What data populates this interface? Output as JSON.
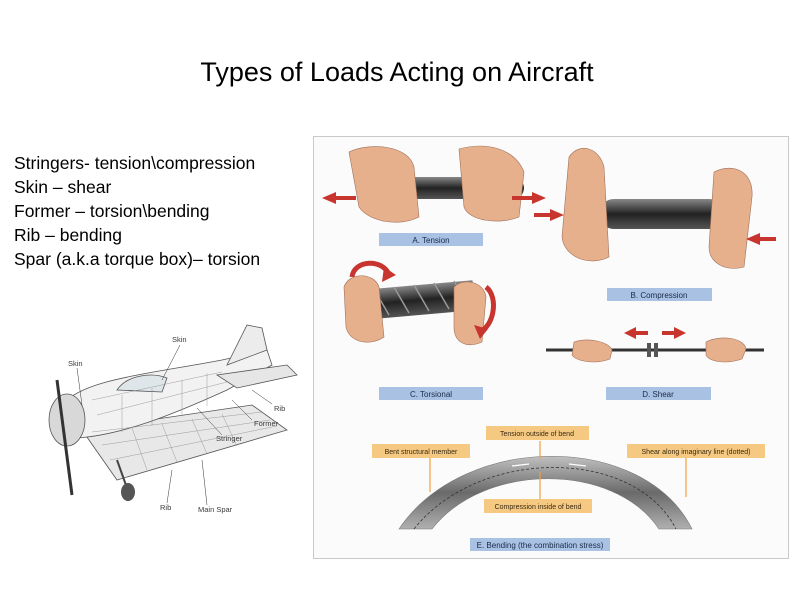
{
  "slide": {
    "title": "Types of Loads Acting on Aircraft",
    "bullets": [
      "Stringers- tension\\compression",
      "Skin – shear",
      "Former – torsion\\bending",
      "Rib – bending",
      "Spar (a.k.a torque box)– torsion"
    ]
  },
  "airplane": {
    "labels": {
      "skin_top": "Skin",
      "skin_left": "Skin",
      "rib_right": "Rib",
      "former": "Former",
      "stringer": "Stringer",
      "rib_bottom": "Rib",
      "main_spar": "Main Spar"
    }
  },
  "loads": {
    "tension": "A. Tension",
    "compression": "B. Compression",
    "torsional": "C. Torsional",
    "shear": "D. Shear",
    "bending": {
      "tension_outside": "Tension outside of bend",
      "bent_member": "Bent structural member",
      "shear_line": "Shear along imaginary line (dotted)",
      "compression_inside": "Compression inside of bend",
      "caption": "E. Bending (the combination stress)"
    }
  },
  "colors": {
    "caption_bg": "#a9c2e4",
    "callout_bg": "#f5c982",
    "arrow_red": "#c8342e",
    "skin_tone": "#e7b08c"
  }
}
